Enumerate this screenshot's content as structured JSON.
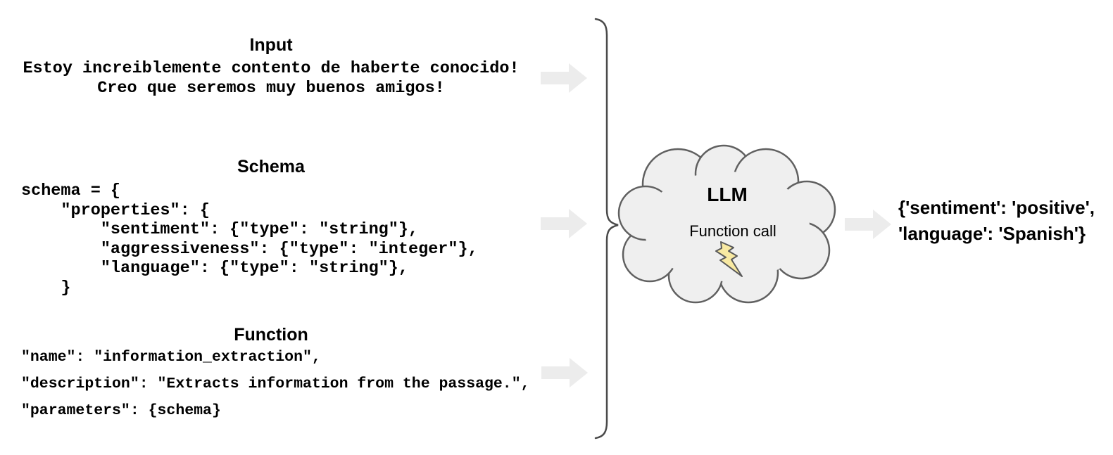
{
  "diagram": {
    "input": {
      "title": "Input",
      "line1": "Estoy increiblemente contento de haberte conocido!",
      "line2": "Creo que seremos muy buenos amigos!"
    },
    "schema": {
      "title": "Schema",
      "code": "schema = {\n    \"properties\": {\n        \"sentiment\": {\"type\": \"string\"},\n        \"aggressiveness\": {\"type\": \"integer\"},\n        \"language\": {\"type\": \"string\"},\n    }"
    },
    "function": {
      "title": "Function",
      "code": "\"name\": \"information_extraction\",\n\"description\": \"Extracts information from the passage.\",\n\"parameters\": {schema}"
    },
    "llm": {
      "label": "LLM",
      "sublabel": "Function call"
    },
    "output": {
      "line1": "{'sentiment': 'positive',",
      "line2": "'language': 'Spanish'}"
    },
    "colors": {
      "arrow_fill": "#ececec",
      "cloud_fill": "#efefef",
      "cloud_stroke": "#606060",
      "brace_stroke": "#4a4a4a",
      "bolt_fill": "#f8e9a2",
      "bolt_stroke": "#595959",
      "text": "#000000"
    }
  }
}
